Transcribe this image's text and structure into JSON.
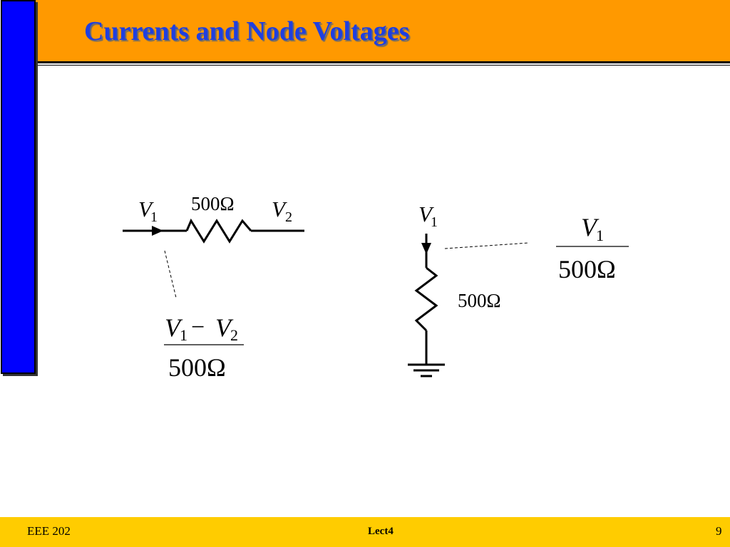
{
  "slide": {
    "title": "Currents and Node Voltages"
  },
  "footer": {
    "left": "EEE 202",
    "center": "Lect4",
    "page": "9"
  },
  "circuit_left": {
    "node_a": {
      "symbol": "V",
      "sub": "1"
    },
    "node_b": {
      "symbol": "V",
      "sub": "2"
    },
    "resistor_label": "500Ω",
    "current_formula": {
      "num_a": "V",
      "num_a_sub": "1",
      "minus": "−",
      "num_b": "V",
      "num_b_sub": "2",
      "denominator": "500Ω"
    }
  },
  "circuit_right": {
    "node": {
      "symbol": "V",
      "sub": "1"
    },
    "resistor_label": "500Ω",
    "current_formula": {
      "num": "V",
      "num_sub": "1",
      "denominator": "500Ω"
    }
  }
}
